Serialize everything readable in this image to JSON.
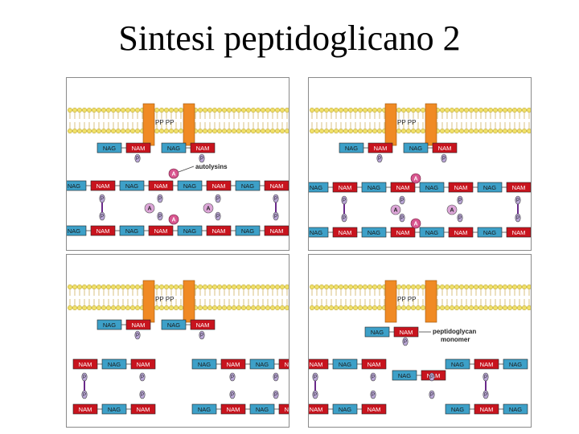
{
  "title": "Sintesi peptidoglicano 2",
  "labels": {
    "nag": "NAG",
    "nam": "NAM",
    "phosphate": "P",
    "autolysin_symbol": "A",
    "pp": "PP PP"
  },
  "panels": [
    {
      "id": "panel-1",
      "annotation": "autolysins"
    },
    {
      "id": "panel-2",
      "annotation": ""
    },
    {
      "id": "panel-3",
      "annotation": ""
    },
    {
      "id": "panel-4",
      "annotation_line1": "peptidoglycan",
      "annotation_line2": "monomer"
    }
  ],
  "colors": {
    "nag": "#3da0c8",
    "nam": "#c8141e",
    "carrier": "#f08a24",
    "membrane_head": "#f0e06a",
    "autolysin": "#d8568f",
    "phosphate": "#b9a6d6",
    "peptide": "#6a2a8a"
  }
}
